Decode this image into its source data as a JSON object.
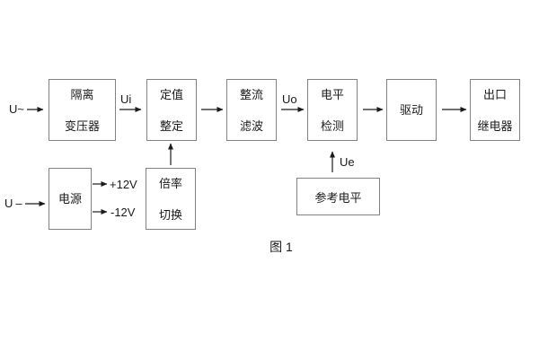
{
  "figure": {
    "caption": "图 1"
  },
  "labels": {
    "ac_input": "U~",
    "dc_input": "U–",
    "ui": "Ui",
    "uo": "Uo",
    "ue": "Ue",
    "plus_12v": "+12V",
    "minus_12v": "-12V"
  },
  "blocks": {
    "isolation_transformer": {
      "line1": "隔离",
      "line2": "变压器"
    },
    "value_setting": {
      "line1": "定值",
      "line2": "整定"
    },
    "rectifier_filter": {
      "line1": "整流",
      "line2": "滤波"
    },
    "level_detection": {
      "line1": "电平",
      "line2": "检测"
    },
    "driver": {
      "line1": "驱动"
    },
    "output_relay": {
      "line1": "出口",
      "line2": "继电器"
    },
    "power_supply": {
      "line1": "电源"
    },
    "ratio_switching": {
      "line1": "倍率",
      "line2": "切换"
    },
    "reference_level": {
      "line1": "参考电平"
    }
  },
  "colors": {
    "background": "#ffffff",
    "box_border": "#828282",
    "text": "#1a1a1a",
    "arrow": "#1a1a1a"
  }
}
